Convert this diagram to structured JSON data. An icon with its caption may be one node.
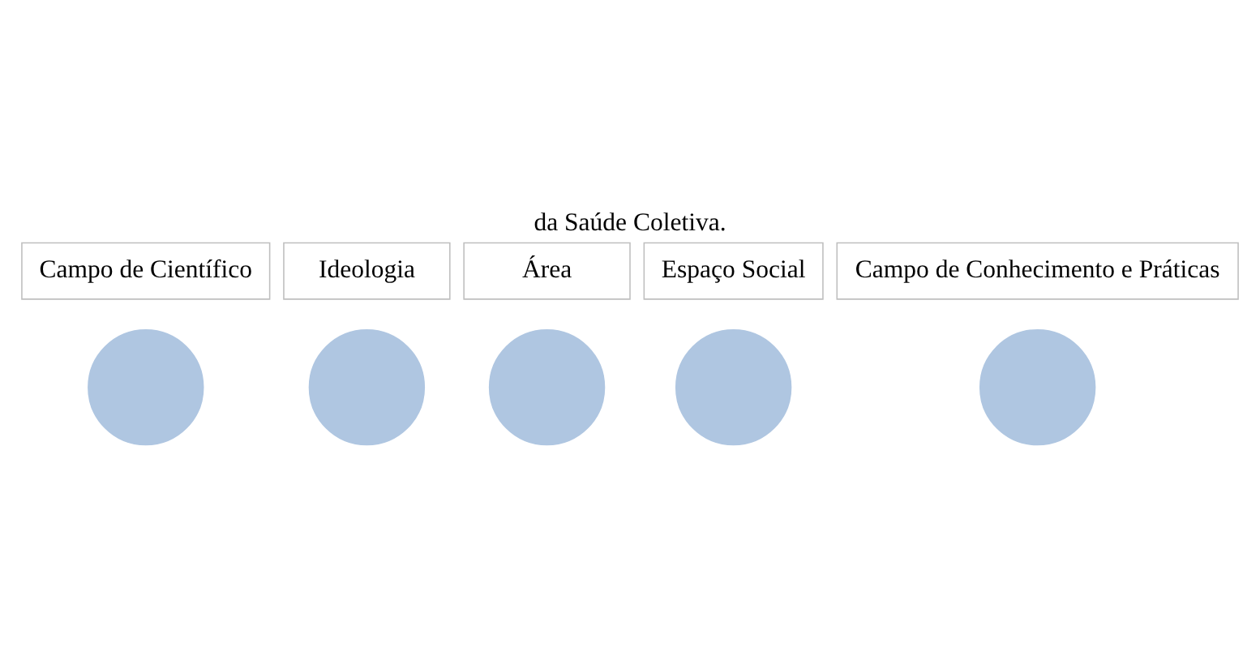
{
  "diagram": {
    "title": "da Saúde Coletiva.",
    "nodes": [
      {
        "text": [
          "Campo de Científico"
        ]
      },
      {
        "text": [
          "Ideologia"
        ]
      },
      {
        "text": [
          "Área"
        ]
      },
      {
        "text": [
          "Espaço Social"
        ]
      },
      {
        "text": [
          "Campo de Conhecimento e Práticas"
        ]
      },
      {
        "text": [],
        "shape": "circle"
      },
      {
        "text": [],
        "shape": "circle"
      },
      {
        "text": [],
        "shape": "circle"
      },
      {
        "text": [],
        "shape": "circle"
      },
      {
        "text": [],
        "shape": "circle"
      }
    ]
  }
}
